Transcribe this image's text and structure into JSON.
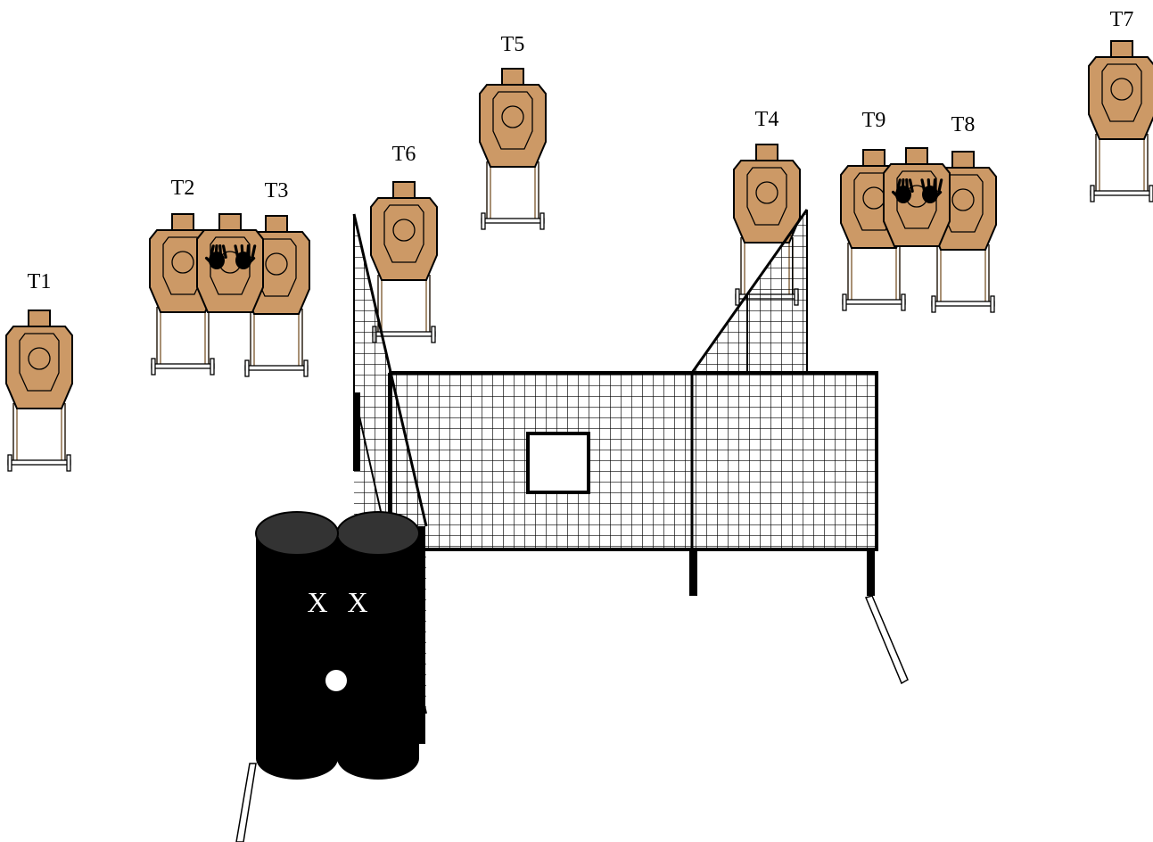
{
  "targets": [
    {
      "id": "T1",
      "label": "T1",
      "no_shoot": false
    },
    {
      "id": "T2",
      "label": "T2",
      "no_shoot": false
    },
    {
      "id": "T3",
      "label": "T3",
      "no_shoot": false
    },
    {
      "id": "T4",
      "label": "T4",
      "no_shoot": false
    },
    {
      "id": "T5",
      "label": "T5",
      "no_shoot": false
    },
    {
      "id": "T6",
      "label": "T6",
      "no_shoot": false
    },
    {
      "id": "T7",
      "label": "T7",
      "no_shoot": false
    },
    {
      "id": "T8",
      "label": "T8",
      "no_shoot": false
    },
    {
      "id": "T9",
      "label": "T9",
      "no_shoot": false
    }
  ],
  "no_shoots": [
    {
      "id": "ns-left",
      "icon": "hands-icon"
    },
    {
      "id": "ns-right",
      "icon": "hands-icon"
    }
  ],
  "barrels": {
    "marks": [
      "X",
      "X"
    ]
  },
  "colors": {
    "target_fill": "#CC9966",
    "outline": "#000000",
    "barrel": "#000000",
    "barrel_top": "#333333",
    "background": "#FFFFFF"
  }
}
